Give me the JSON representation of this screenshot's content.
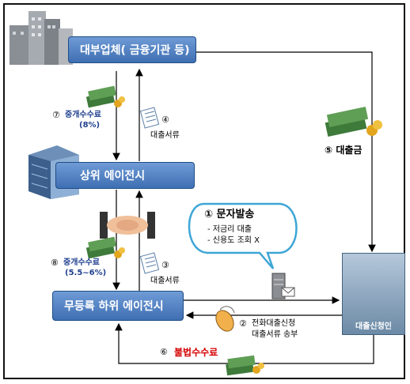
{
  "nodes": {
    "lender": "대부업체( 금융기관 등)",
    "upper_agency": "상위 에이전시",
    "lower_agency": "무등록 하위 에이전시",
    "applicant": "대출신청인"
  },
  "steps": {
    "s1_title": "① 문자발송",
    "s1_line1": "- 저금리 대출",
    "s1_line2": "- 신용도 조회 X",
    "s2_line1": "전화대출신청",
    "s2_line2": "대출서류 송부",
    "s2_num": "②",
    "s3_num": "③",
    "s3_text": "대출서류",
    "s4_num": "④",
    "s4_text": "대출서류",
    "s5": "⑤ 대출금",
    "s6_num": "⑥",
    "s6_text": "불법수수료",
    "s7_num": "⑦",
    "s7_text": "중개수수료",
    "s7_rate": "(8%)",
    "s8_num": "⑧",
    "s8_text": "중개수수료",
    "s8_rate": "(5.5~6%)"
  },
  "icons": [
    "building-icon",
    "office-building-icon",
    "handshake-icon",
    "money-icon",
    "document-icon",
    "server-mail-icon",
    "phone-icon",
    "person-icon"
  ]
}
